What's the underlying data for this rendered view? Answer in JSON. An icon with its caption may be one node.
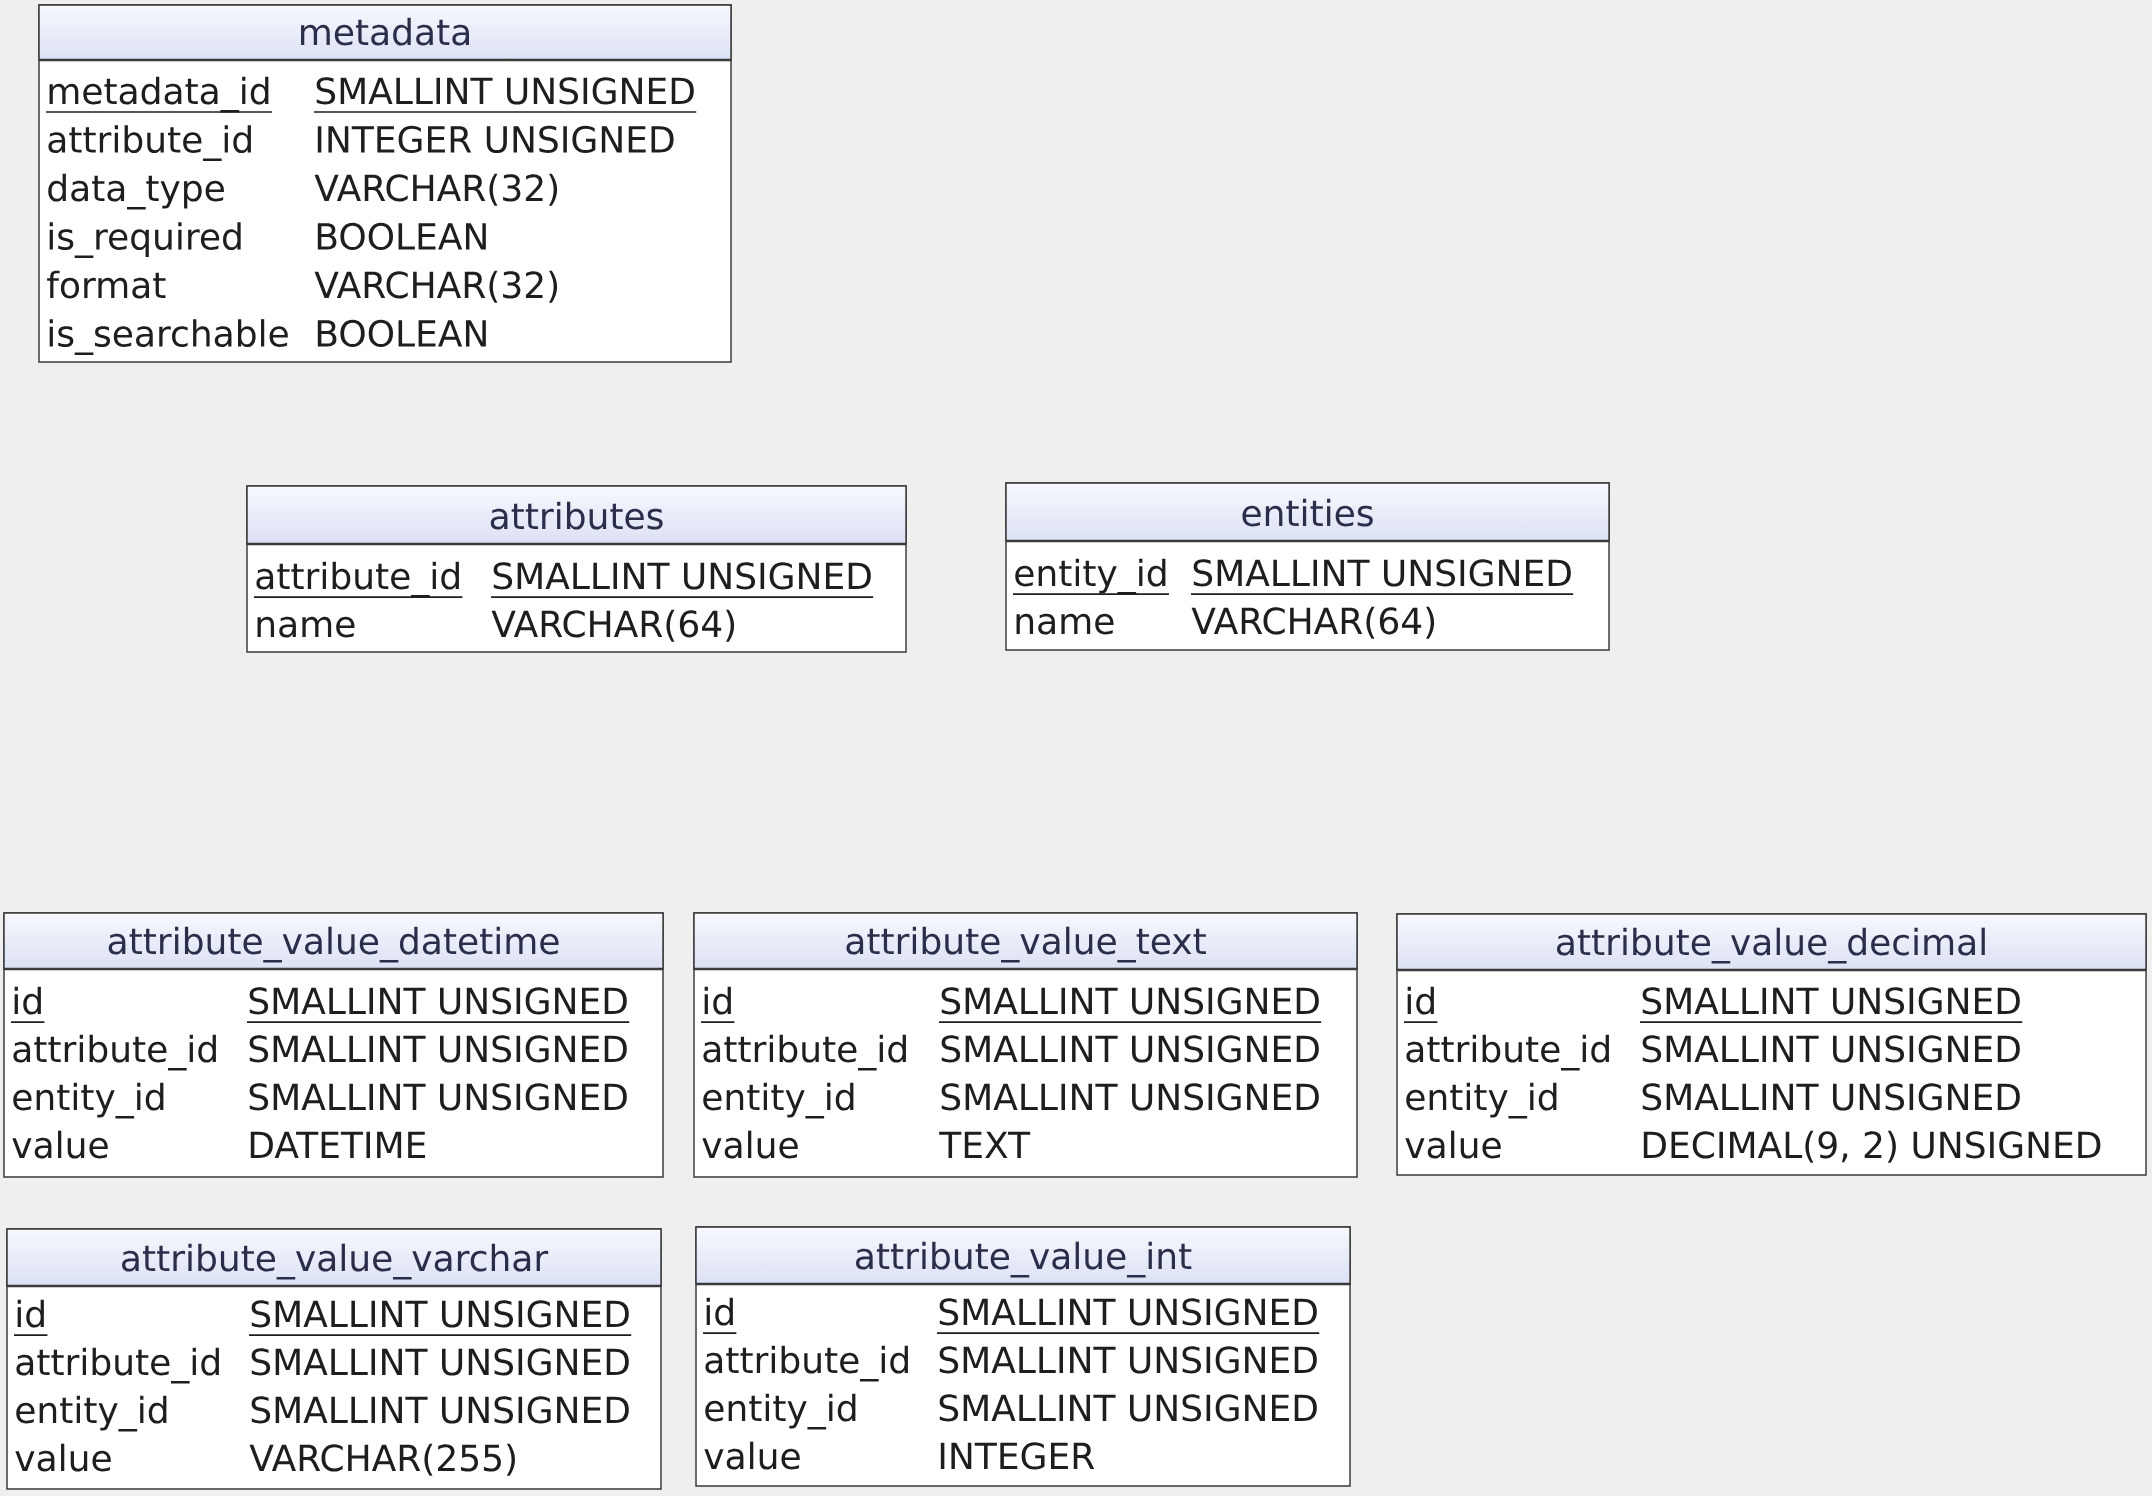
{
  "diagram": {
    "nodes": [
      {
        "text": [
          "metadata",
          "metadata_id",
          "SMALLINT UNSIGNED",
          "attribute_id",
          "INTEGER UNSIGNED",
          "data_type",
          "VARCHAR(32)",
          "is_required",
          "BOOLEAN",
          "format",
          "VARCHAR(32)",
          "is_searchable",
          "BOOLEAN"
        ]
      },
      {
        "text": [
          "attributes",
          "attribute_id",
          "SMALLINT UNSIGNED",
          "name",
          "VARCHAR(64)"
        ]
      },
      {
        "text": [
          "entities",
          "entity_id",
          "SMALLINT UNSIGNED",
          "name",
          "VARCHAR(64)"
        ]
      },
      {
        "text": [
          "attribute_value_datetime",
          "id",
          "SMALLINT UNSIGNED",
          "attribute_id",
          "SMALLINT UNSIGNED",
          "entity_id",
          "SMALLINT UNSIGNED",
          "value",
          "DATETIME"
        ]
      },
      {
        "text": [
          "attribute_value_text",
          "id",
          "SMALLINT UNSIGNED",
          "attribute_id",
          "SMALLINT UNSIGNED",
          "entity_id",
          "SMALLINT UNSIGNED",
          "value",
          "TEXT"
        ]
      },
      {
        "text": [
          "attribute_value_decimal",
          "id",
          "SMALLINT UNSIGNED",
          "attribute_id",
          "SMALLINT UNSIGNED",
          "entity_id",
          "SMALLINT UNSIGNED",
          "value",
          "DECIMAL(9, 2) UNSIGNED"
        ]
      },
      {
        "text": [
          "attribute_value_varchar",
          "id",
          "SMALLINT UNSIGNED",
          "attribute_id",
          "SMALLINT UNSIGNED",
          "entity_id",
          "SMALLINT UNSIGNED",
          "value",
          "VARCHAR(255)"
        ]
      },
      {
        "text": [
          "attribute_value_int",
          "id",
          "SMALLINT UNSIGNED",
          "attribute_id",
          "SMALLINT UNSIGNED",
          "entity_id",
          "SMALLINT UNSIGNED",
          "value",
          "INTEGER"
        ]
      }
    ]
  }
}
